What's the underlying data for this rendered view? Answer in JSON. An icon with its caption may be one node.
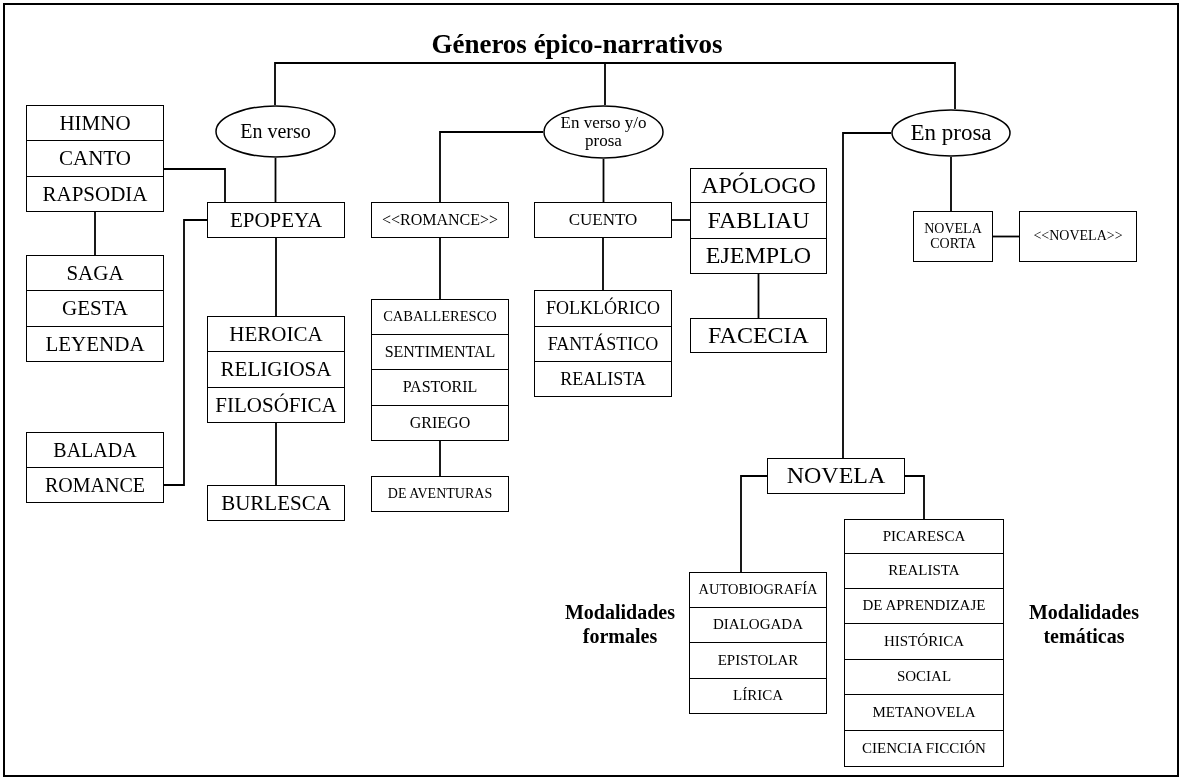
{
  "diagram": {
    "nodes": [
      {
        "text": [
          "Géneros épico-narrativos"
        ]
      },
      {
        "text": [
          "En verso"
        ]
      },
      {
        "text": [
          "En verso y/o prosa"
        ]
      },
      {
        "text": [
          "En prosa"
        ]
      },
      {
        "text": [
          "HIMNO"
        ]
      },
      {
        "text": [
          "CANTO"
        ]
      },
      {
        "text": [
          "RAPSODIA"
        ]
      },
      {
        "text": [
          "EPOPEYA"
        ]
      },
      {
        "text": [
          "<<ROMANCE>>"
        ]
      },
      {
        "text": [
          "CUENTO"
        ]
      },
      {
        "text": [
          "APÓLOGO"
        ]
      },
      {
        "text": [
          "FABLIAU"
        ]
      },
      {
        "text": [
          "EJEMPLO"
        ]
      },
      {
        "text": [
          "NOVELA CORTA"
        ]
      },
      {
        "text": [
          "<<NOVELA>>"
        ]
      },
      {
        "text": [
          "SAGA"
        ]
      },
      {
        "text": [
          "GESTA"
        ]
      },
      {
        "text": [
          "LEYENDA"
        ]
      },
      {
        "text": [
          "HEROICA"
        ]
      },
      {
        "text": [
          "RELIGIOSA"
        ]
      },
      {
        "text": [
          "FILOSÓFICA"
        ]
      },
      {
        "text": [
          "CABALLERESCO"
        ]
      },
      {
        "text": [
          "SENTIMENTAL"
        ]
      },
      {
        "text": [
          "PASTORIL"
        ]
      },
      {
        "text": [
          "GRIEGO"
        ]
      },
      {
        "text": [
          "FOLKLÓRICO"
        ]
      },
      {
        "text": [
          "FANTÁSTICO"
        ]
      },
      {
        "text": [
          "REALISTA"
        ]
      },
      {
        "text": [
          "FACECIA"
        ]
      },
      {
        "text": [
          "BALADA"
        ]
      },
      {
        "text": [
          "ROMANCE"
        ]
      },
      {
        "text": [
          "BURLESCA"
        ]
      },
      {
        "text": [
          "DE AVENTURAS"
        ]
      },
      {
        "text": [
          "NOVELA"
        ]
      },
      {
        "text": [
          "PICARESCA"
        ]
      },
      {
        "text": [
          "REALISTA"
        ]
      },
      {
        "text": [
          "DE APRENDIZAJE"
        ]
      },
      {
        "text": [
          "HISTÓRICA"
        ]
      },
      {
        "text": [
          "SOCIAL"
        ]
      },
      {
        "text": [
          "METANOVELA"
        ]
      },
      {
        "text": [
          "CIENCIA FICCIÓN"
        ]
      },
      {
        "text": [
          "AUTOBIOGRAFÍA"
        ]
      },
      {
        "text": [
          "DIALOGADA"
        ]
      },
      {
        "text": [
          "EPISTOLAR"
        ]
      },
      {
        "text": [
          "LÍRICA"
        ]
      }
    ],
    "edges": [
      {
        "from": 0,
        "to": 1,
        "arrow": "none"
      },
      {
        "from": 0,
        "to": 2,
        "arrow": "none"
      },
      {
        "from": 0,
        "to": 3,
        "arrow": "none"
      },
      {
        "from": 5,
        "to": 7,
        "arrow": "none"
      },
      {
        "from": 6,
        "to": 15,
        "arrow": "none"
      },
      {
        "from": 1,
        "to": 7,
        "arrow": "none"
      },
      {
        "from": 30,
        "to": 7,
        "arrow": "none"
      },
      {
        "from": 7,
        "to": 18,
        "arrow": "none"
      },
      {
        "from": 20,
        "to": 31,
        "arrow": "none"
      },
      {
        "from": 2,
        "to": 8,
        "arrow": "none"
      },
      {
        "from": 8,
        "to": 21,
        "arrow": "none"
      },
      {
        "from": 24,
        "to": 32,
        "arrow": "none"
      },
      {
        "from": 2,
        "to": 9,
        "arrow": "none"
      },
      {
        "from": 9,
        "to": 25,
        "arrow": "none"
      },
      {
        "from": 9,
        "to": 11,
        "arrow": "none"
      },
      {
        "from": 12,
        "to": 28,
        "arrow": "none"
      },
      {
        "from": 3,
        "to": 13,
        "arrow": "none"
      },
      {
        "from": 13,
        "to": 14,
        "arrow": "none"
      },
      {
        "from": 3,
        "to": 33,
        "arrow": "none"
      },
      {
        "from": 33,
        "to": 41,
        "arrow": "none"
      },
      {
        "from": 33,
        "to": 34,
        "arrow": "none"
      }
    ],
    "labels": [
      "Modalidades formales",
      "Modalidades temáticas"
    ]
  }
}
